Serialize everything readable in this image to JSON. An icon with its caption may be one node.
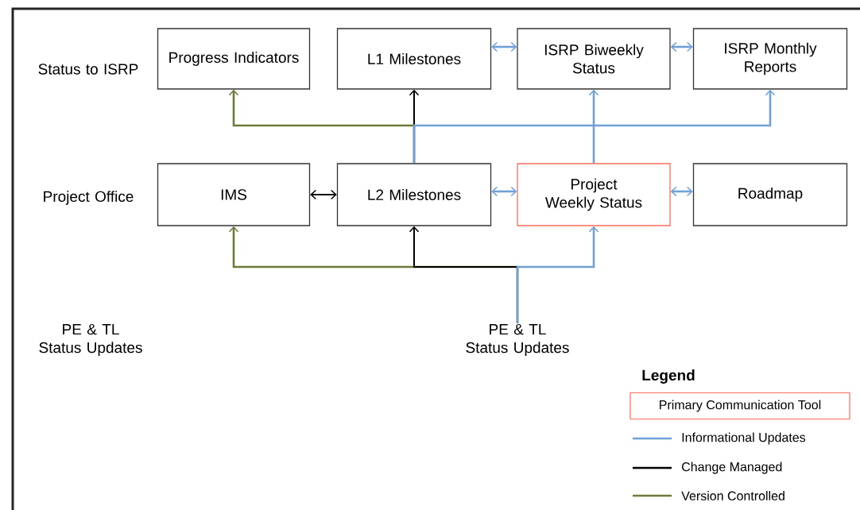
{
  "diagram": {
    "nodes": [
      {
        "text": [
          "Progress Indicators"
        ]
      },
      {
        "text": [
          "L1 Milestones"
        ]
      },
      {
        "text": [
          "ISRP Biweekly Status"
        ]
      },
      {
        "text": [
          "ISRP Monthly Reports"
        ]
      },
      {
        "text": [
          "IMS"
        ]
      },
      {
        "text": [
          "L2 Milestones"
        ]
      },
      {
        "text": [
          "Project Weekly Status"
        ]
      },
      {
        "text": [
          "Roadmap"
        ]
      },
      {
        "text": [
          "PE & TL Status Updates"
        ]
      }
    ],
    "edges": [
      {
        "from": 1,
        "to": 2,
        "arrow": "both"
      },
      {
        "from": 2,
        "to": 3,
        "arrow": "both"
      },
      {
        "from": 5,
        "to": 1,
        "arrow": "to",
        "color": "#000000"
      },
      {
        "from": 5,
        "to": 0,
        "arrow": "to",
        "color": "#6b7b3a"
      },
      {
        "from": 5,
        "to": 3,
        "arrow": "to"
      },
      {
        "from": 6,
        "to": 2,
        "arrow": "to"
      },
      {
        "from": 4,
        "to": 5,
        "arrow": "both",
        "color": "#000000"
      },
      {
        "from": 5,
        "to": 6,
        "arrow": "both"
      },
      {
        "from": 6,
        "to": 7,
        "arrow": "both"
      },
      {
        "from": 8,
        "to": 4,
        "arrow": "to",
        "color": "#6b7b3a"
      },
      {
        "from": 8,
        "to": 5,
        "arrow": "to",
        "color": "#000000"
      },
      {
        "from": 8,
        "to": 6,
        "arrow": "to"
      }
    ],
    "labels": [
      "Status to ISRP",
      "Project Office",
      "PE & TL Status Updates",
      "Legend"
    ],
    "legend": [
      {
        "text": "Primary Communication Tool"
      },
      {
        "text": "Informational Updates"
      },
      {
        "text": "Change Managed"
      },
      {
        "text": "Version Controlled"
      }
    ]
  }
}
